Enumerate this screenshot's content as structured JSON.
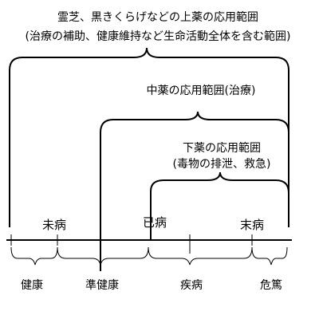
{
  "top_range": {
    "title": "霊芝、黒きくらげなどの上薬の応用範囲",
    "subtitle": "(治療の補助、健康維持など生命活動全体を含む範囲)"
  },
  "middle_range": {
    "title": "中薬の応用範囲(治療)"
  },
  "lower_range": {
    "title": "下薬の応用範囲",
    "subtitle": "(毒物の排泄、救急)"
  },
  "axis_labels": {
    "mibyou": "未病",
    "ibyou": "已病",
    "matsubyou": "末病"
  },
  "stages": {
    "kenkou": "健康",
    "jun_kenkou": "準健康",
    "shippei": "疾病",
    "kitoku": "危篤"
  }
}
